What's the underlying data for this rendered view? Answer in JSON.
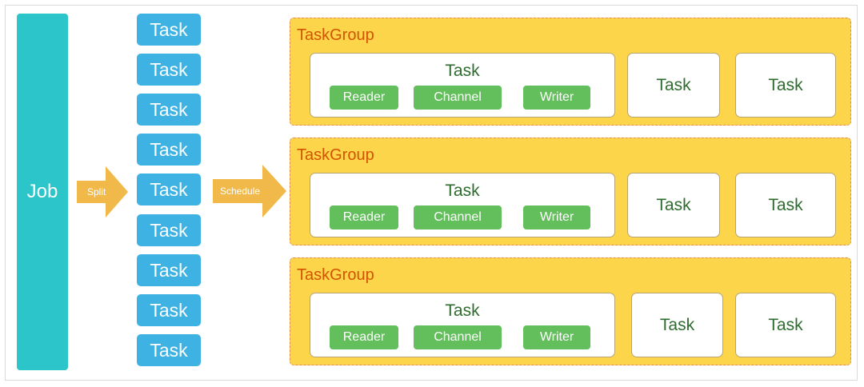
{
  "job": {
    "label": "Job"
  },
  "arrows": {
    "split": "Split",
    "schedule": "Schedule"
  },
  "task_list": [
    "Task",
    "Task",
    "Task",
    "Task",
    "Task",
    "Task",
    "Task",
    "Task",
    "Task"
  ],
  "taskgroups": [
    {
      "title": "TaskGroup",
      "main_task": {
        "title": "Task",
        "components": [
          "Reader",
          "Channel",
          "Writer"
        ]
      },
      "tasks": [
        "Task",
        "Task"
      ]
    },
    {
      "title": "TaskGroup",
      "main_task": {
        "title": "Task",
        "components": [
          "Reader",
          "Channel",
          "Writer"
        ]
      },
      "tasks": [
        "Task",
        "Task"
      ]
    },
    {
      "title": "TaskGroup",
      "main_task": {
        "title": "Task",
        "components": [
          "Reader",
          "Channel",
          "Writer"
        ]
      },
      "tasks": [
        "Task",
        "Task"
      ]
    }
  ],
  "colors": {
    "job": "#2cc5c9",
    "task": "#3db2e3",
    "arrow": "#f0b949",
    "taskgroup": "#fdd54b",
    "taskgroup_title": "#d35400",
    "component": "#63be5c",
    "task_text": "#2e6b2e"
  }
}
